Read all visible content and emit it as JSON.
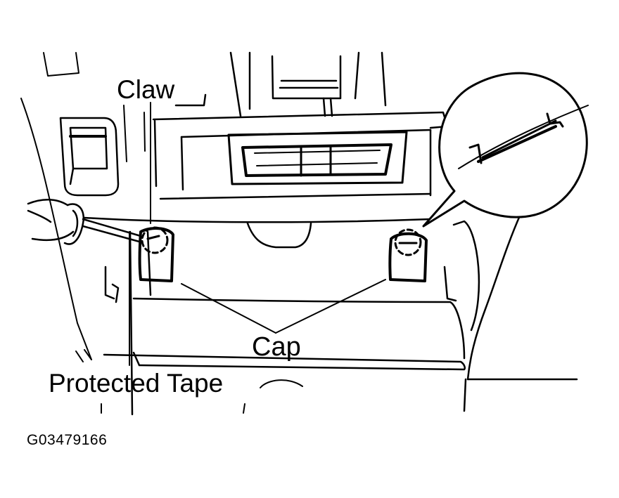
{
  "labels": {
    "claw": "Claw",
    "cap": "Cap",
    "protected_tape": "Protected Tape",
    "figure_code": "G03479166"
  },
  "colors": {
    "ink": "#000000",
    "background": "#ffffff"
  }
}
